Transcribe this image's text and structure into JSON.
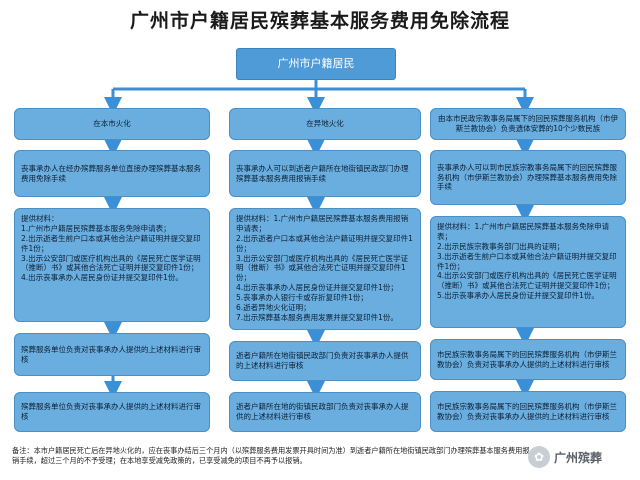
{
  "title": "广州市户籍居民殡葬基本服务费用免除流程",
  "root": "广州市户籍居民",
  "columns": [
    {
      "branch": "在本市火化",
      "step1": "丧事承办人在经办殡葬服务单位直接办理殡葬基本服务费用免除手续",
      "materials": [
        "提供材料：",
        "1.广州市户籍居民殡葬基本服务免除申请表；",
        "2.出示逝者生前户口本或其他合法户籍证明并提交复印件1份；",
        "3.出示公安部门或医疗机构出具的《居民死亡医学证明（推断）书》或其他合法死亡证明并提交复印件1份；",
        "4.出示丧事承办人居民身份证并提交复印件1份。"
      ],
      "step3": "殡葬服务单位负责对丧事承办人提供的上述材料进行审核",
      "step4": "殡葬服务单位负责对丧事承办人提供的上述材料进行审核"
    },
    {
      "branch": "在异地火化",
      "step1": "丧事承办人可以到逝者户籍所在地街镇民政部门办理殡葬基本服务费用报销手续",
      "materials": [
        "提供材料：1.广州市户籍居民殡葬基本服务费用报销申请表；",
        "2.出示逝者户口本或其他合法户籍证明并提交复印件1份；",
        "3.出示公安部门或医疗机构出具的《居民死亡医学证明（推断）书》或其他合法死亡证明并提交复印件1份；",
        "4.出示丧事承办人居民身份证并提交复印件1份；",
        "5.丧事承办人银行卡或存折复印件1份；",
        "6.逝者异地火化证明；",
        "7.出示殡葬基本服务费用发票并提交复印件1份。"
      ],
      "step3": "逝者户籍所在地街镇民政部门负责对丧事承办人提供的上述材料进行审核",
      "step4": "逝者户籍所在地的街镇民政部门负责对丧事承办人提供的上述材料进行审核"
    },
    {
      "branch": "由本市民政宗教事务局属下的回民殡葬服务机构（市伊斯兰教协会）负责遗体安葬的10个少数民族",
      "step1": "丧事承办人可以到市民族宗教事务局属下的回民殡葬服务机构（市伊斯兰教协会）办理殡葬基本服务费用免除手续",
      "materials": [
        "提供材料：1.广州市户籍居民殡葬基本服务免除申请表；",
        "2.出示民族宗教事务部门出具的证明；",
        "3.出示逝者生前户口本或其他合法户籍证明并提交复印件1份；",
        "4.出示公安部门或医疗机构出具的《居民死亡医学证明（推断）书》或其他合法死亡证明并提交复印件1份；",
        "5.出示丧事承办人居民身份证并提交复印件1份。"
      ],
      "step3": "市民族宗教事务局属下的回民殡葬服务机构（市伊斯兰教协会）负责对丧事承办人提供的上述材料进行审核",
      "step4": "市民族宗教事务局属下的回民殡葬服务机构（市伊斯兰教协会）负责对丧事承办人提供的上述材料进行审核"
    }
  ],
  "footer": "备注：本市户籍居民死亡后在异地火化的，应在丧事办结后三个月内（以殡葬服务费用发票开具时间为准）到逝者户籍所在地街镇民政部门办理殡葬基本服务费用报销手续，超过三个月的不予受理；在本地享受减免政策的，已享受减免的项目不再予以报销。",
  "watermark": "广州殡葬",
  "colors": {
    "box": "#6aaee0",
    "box_border": "#4a8fc6",
    "root_box": "#4f9bd8",
    "arrow": "#3a8fd6"
  }
}
